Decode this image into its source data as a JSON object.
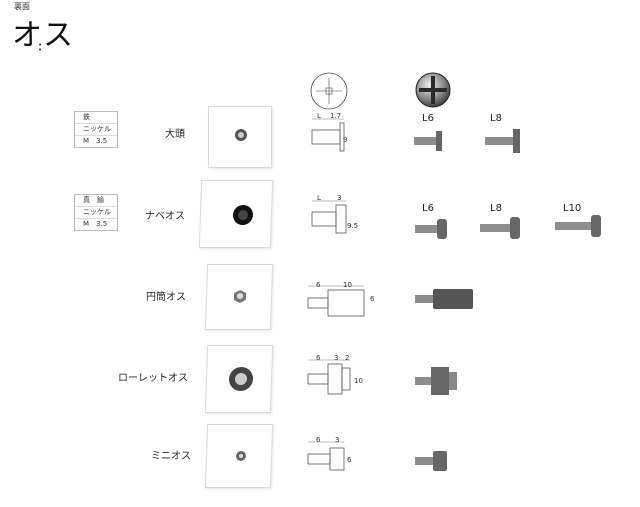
{
  "header": {
    "subtitle": "裏面",
    "title": "オス"
  },
  "rows": [
    {
      "name": "大頭",
      "spec": [
        "鉄",
        "ニッケル",
        "M　3.5"
      ],
      "dims": [
        "L",
        "1.7",
        "9"
      ],
      "lengths": [
        "L6",
        "L8"
      ]
    },
    {
      "name": "ナベオス",
      "spec": [
        "真　鍮",
        "ニッケル",
        "M　3.5"
      ],
      "dims": [
        "L",
        "3",
        "9.5"
      ],
      "lengths": [
        "L6",
        "L8",
        "L10"
      ]
    },
    {
      "name": "円筒オス",
      "dims": [
        "6",
        "10",
        "6"
      ]
    },
    {
      "name": "ローレットオス",
      "dims": [
        "6",
        "3",
        "2",
        "10"
      ]
    },
    {
      "name": "ミニオス",
      "dims": [
        "6",
        "3",
        "6"
      ]
    }
  ]
}
